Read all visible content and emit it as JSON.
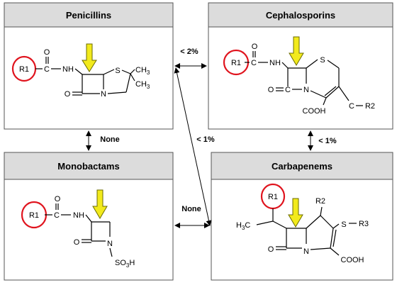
{
  "panels": {
    "penicillins": {
      "title": "Penicillins",
      "r_group": "R1",
      "atoms": {
        "c_carbonyl": "C",
        "o_top": "O",
        "nh": "NH",
        "s": "S",
        "ch3_top": "CH",
        "ch3_top_sub": "3",
        "ch3_bot": "CH",
        "ch3_bot_sub": "3",
        "o_lactam": "O",
        "n": "N"
      }
    },
    "cephalosporins": {
      "title": "Cephalosporins",
      "r_group": "R1",
      "atoms": {
        "c_carbonyl": "C",
        "o_top": "O",
        "nh": "NH",
        "s": "S",
        "o_lactam": "O",
        "c_lactam": "C",
        "n": "N",
        "cooh": "COOH",
        "c_side": "C",
        "r2": "R2"
      }
    },
    "monobactams": {
      "title": "Monobactams",
      "r_group": "R1",
      "atoms": {
        "c_carbonyl": "C",
        "o_top": "O",
        "nh": "NH",
        "o_lactam": "O",
        "n": "N",
        "so3h": "SO",
        "so3h_sub": "3",
        "so3h_h": "H"
      }
    },
    "carbapenems": {
      "title": "Carbapenems",
      "r_group": "R1",
      "atoms": {
        "h3c": "H",
        "h3c_sub": "3",
        "h3c_c": "C",
        "r2": "R2",
        "s": "S",
        "r3": "R3",
        "o_lactam": "O",
        "n": "N",
        "cooh": "COOH"
      }
    }
  },
  "relations": {
    "pen_ceph": "< 2%",
    "pen_carb": "< 1%",
    "ceph_carb": "< 1%",
    "pen_mono": "None",
    "mono_carb": "None"
  },
  "colors": {
    "panel_header": "#dcdcdc",
    "ring": "#e0141e",
    "arrow": "#f2ea1c"
  }
}
